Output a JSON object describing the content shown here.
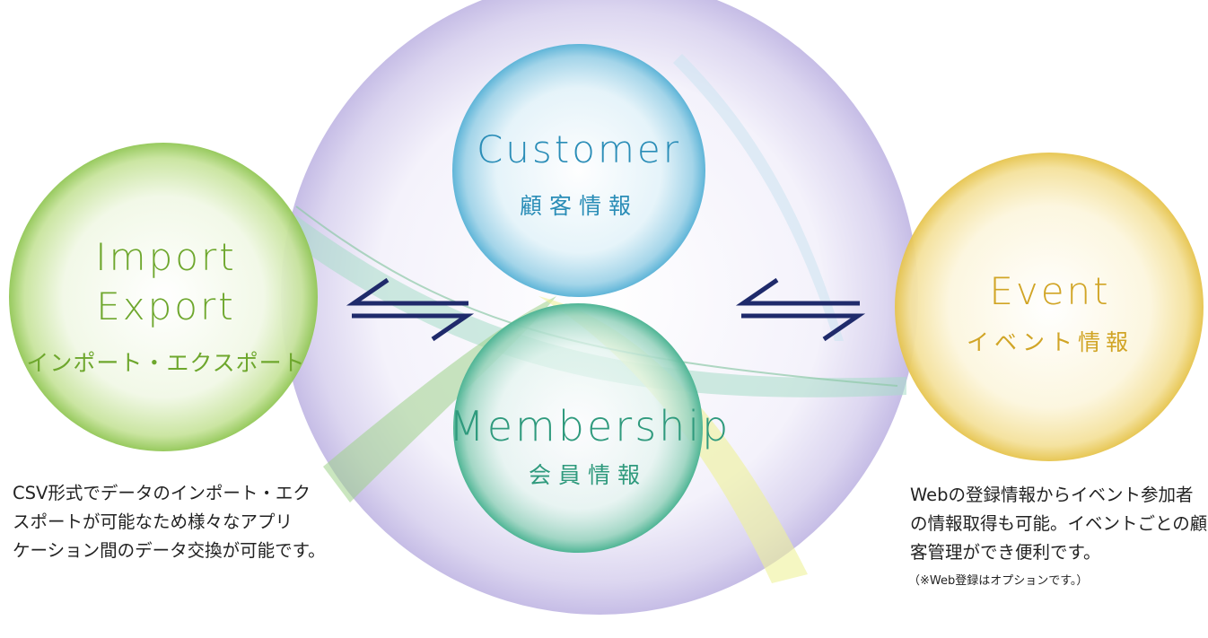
{
  "customer": {
    "title_en": "Customer",
    "title_jp": "顧客情報"
  },
  "membership": {
    "title_en": "Membership",
    "title_jp": "会員情報"
  },
  "import_export": {
    "title_en_1": "Import",
    "title_en_2": "Export",
    "title_jp": "インポート・エクスポート",
    "description": [
      "CSV形式でデータのインポート・エク",
      "スポートが可能なため様々なアプリ",
      "ケーション間のデータ交換が可能です。"
    ]
  },
  "event": {
    "title_en": "Event",
    "title_jp": "イベント情報",
    "description": [
      "Webの登録情報からイベント参加者",
      "の情報取得も可能。イベントごとの顧",
      "客管理ができ便利です。"
    ],
    "note": "（※Web登録はオプションです。）"
  },
  "colors": {
    "customer": "#2a8db7",
    "membership": "#2f9a7d",
    "import_export": "#6ea72d",
    "event": "#d1a526",
    "arrows": "#1f2a6b",
    "big_circle": "#9a8fc8"
  },
  "icons": [
    "double-arrow-icon-left",
    "double-arrow-icon-right"
  ]
}
